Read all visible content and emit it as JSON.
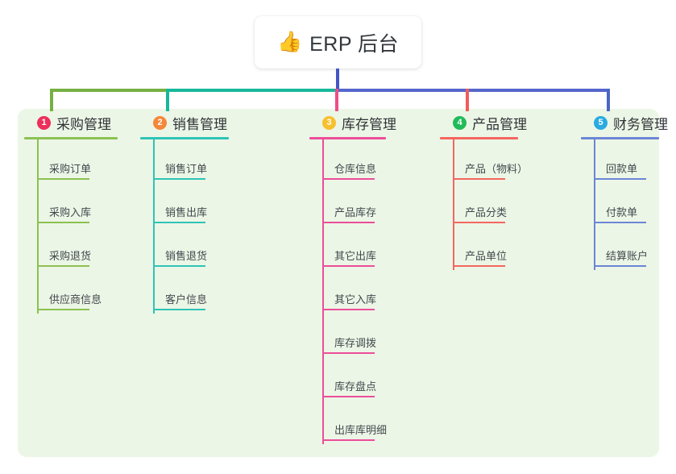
{
  "root": {
    "icon": "thumbs-up-icon",
    "emoji": "👍",
    "title": "ERP 后台"
  },
  "palette": {
    "panel_bg": "#ecf6e6",
    "page_bg": "#ffffff",
    "root_stem": "#4355c7",
    "bus_green": "#76b043",
    "bus_teal": "#17b89a",
    "bus_blue": "#5566cc",
    "text_dark": "#2f3338",
    "text_leaf": "#43484e"
  },
  "columns": [
    {
      "number": "1",
      "title": "采购管理",
      "badge_color": "#ec2f5b",
      "line_color": "#8cc152",
      "drop_color": "#76b043",
      "items": [
        {
          "label": "采购订单"
        },
        {
          "label": "采购入库"
        },
        {
          "label": "采购退货"
        },
        {
          "label": "供应商信息"
        }
      ]
    },
    {
      "number": "2",
      "title": "销售管理",
      "badge_color": "#f5873a",
      "line_color": "#2ec4b6",
      "drop_color": "#17b89a",
      "items": [
        {
          "label": "销售订单"
        },
        {
          "label": "销售出库"
        },
        {
          "label": "销售退货"
        },
        {
          "label": "客户信息"
        }
      ]
    },
    {
      "number": "3",
      "title": "库存管理",
      "badge_color": "#f7c02e",
      "line_color": "#ec4e9a",
      "drop_color": "#ef4d87",
      "items": [
        {
          "label": "仓库信息"
        },
        {
          "label": "产品库存"
        },
        {
          "label": "其它出库"
        },
        {
          "label": "其它入库"
        },
        {
          "label": "库存调拨"
        },
        {
          "label": "库存盘点"
        },
        {
          "label": "出库库明细"
        }
      ]
    },
    {
      "number": "4",
      "title": "产品管理",
      "badge_color": "#22bb5b",
      "line_color": "#f4665f",
      "drop_color": "#f25b5b",
      "items": [
        {
          "label": "产品（物料）"
        },
        {
          "label": "产品分类"
        },
        {
          "label": "产品单位"
        }
      ]
    },
    {
      "number": "5",
      "title": "财务管理",
      "badge_color": "#29aae2",
      "line_color": "#6b86d6",
      "drop_color": "#4a66c4",
      "items": [
        {
          "label": "回款单"
        },
        {
          "label": "付款单"
        },
        {
          "label": "结算账户"
        }
      ]
    }
  ]
}
